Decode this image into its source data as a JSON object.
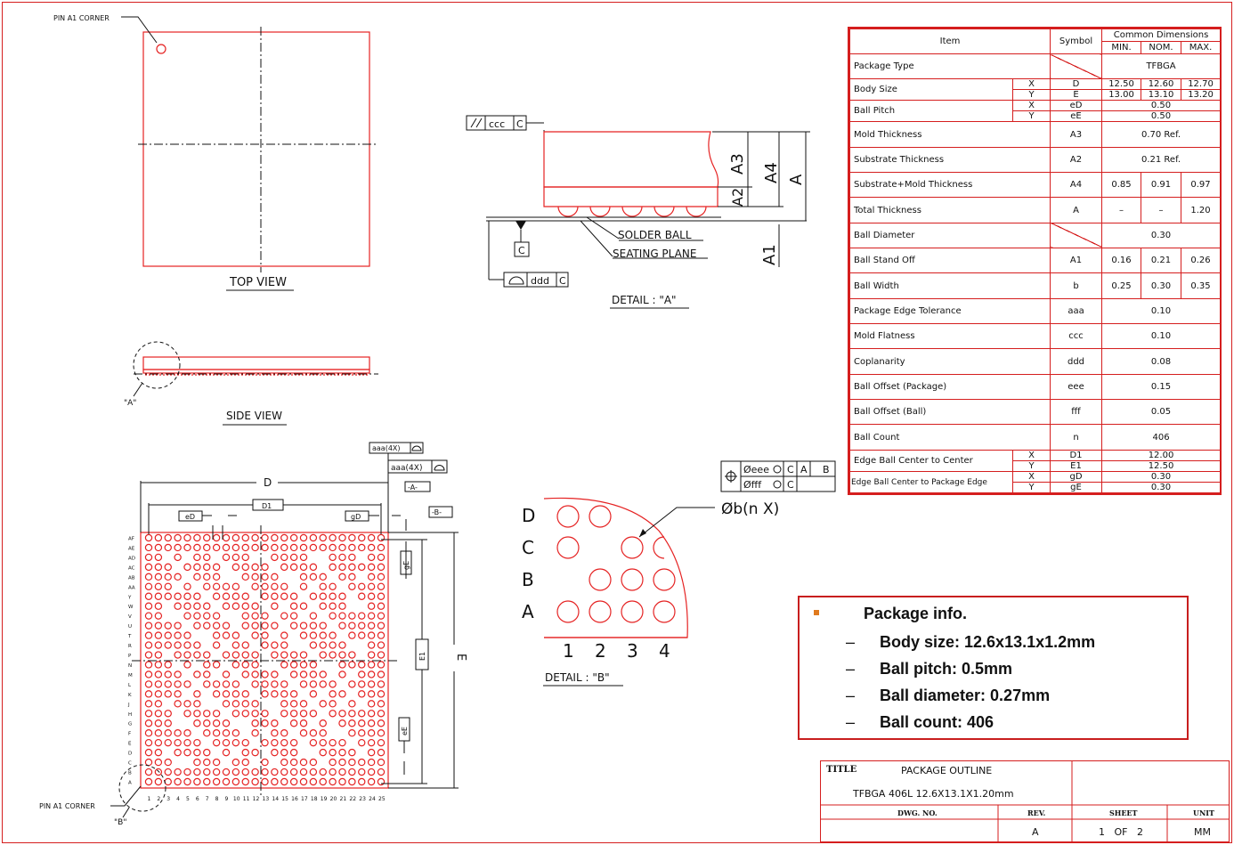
{
  "drawing": {
    "pin_a1_corner_label": "PIN A1 CORNER",
    "top_view_label": "TOP VIEW",
    "side_view_label": "SIDE VIEW",
    "detail_a_ref": "\"A\"",
    "detail_b_ref": "\"B\"",
    "detail_a_label": "DETAIL : \"A\"",
    "detail_b_label": "DETAIL : \"B\"",
    "solder_ball_label": "SOLDER BALL",
    "seating_plane_label": "SEATING PLANE",
    "dim_A3": "A3",
    "dim_A4": "A4",
    "dim_A": "A",
    "dim_A2": "A2",
    "dim_A1": "A1",
    "datum_C": "C",
    "fcf_ccc": "ccc",
    "fcf_ddd": "ddd",
    "fcf_aaa_4x_top": "aaa(4X)",
    "fcf_aaa_4x": "aaa(4X)",
    "datum_A": "-A-",
    "datum_B": "-B-",
    "dim_D": "D",
    "dim_D1": "D1",
    "dim_eD": "eD",
    "dim_gD": "gD",
    "dim_gE": "gE",
    "dim_E1": "E1",
    "dim_eE": "eE",
    "dim_E": "E",
    "fcf_eee": "Øeee",
    "fcf_fff": "Øfff",
    "fcf_datums_cab": [
      "C",
      "A",
      "B"
    ],
    "ball_dia_note": "Øb(n   X)",
    "row_letters_detail": [
      "D",
      "C",
      "B",
      "A"
    ],
    "col_numbers_detail": [
      "1",
      "2",
      "3",
      "4"
    ],
    "row_labels": [
      "AF",
      "AE",
      "AD",
      "AC",
      "AB",
      "AA",
      "Y",
      "W",
      "V",
      "U",
      "T",
      "R",
      "P",
      "N",
      "M",
      "L",
      "K",
      "J",
      "H",
      "G",
      "F",
      "E",
      "D",
      "C",
      "B",
      "A"
    ],
    "col_labels": [
      "1",
      "2",
      "3",
      "4",
      "5",
      "6",
      "7",
      "8",
      "9",
      "10",
      "11",
      "12",
      "13",
      "14",
      "15",
      "16",
      "17",
      "18",
      "19",
      "20",
      "21",
      "22",
      "23",
      "24",
      "25"
    ]
  },
  "dimensions_table": {
    "header": {
      "item": "Item",
      "symbol": "Symbol",
      "common": "Common Dimensions",
      "min": "MIN.",
      "nom": "NOM.",
      "max": "MAX."
    },
    "rows": {
      "package_type": {
        "item": "Package Type",
        "value": "TFBGA"
      },
      "body_size": {
        "item": "Body Size",
        "x": "X",
        "y": "Y",
        "sym_x": "D",
        "sym_y": "E",
        "x_vals": [
          "12.50",
          "12.60",
          "12.70"
        ],
        "y_vals": [
          "13.00",
          "13.10",
          "13.20"
        ]
      },
      "ball_pitch": {
        "item": "Ball Pitch",
        "x": "X",
        "y": "Y",
        "sym_x": "eD",
        "sym_y": "eE",
        "x_val": "0.50",
        "y_val": "0.50"
      },
      "mold_thickness": {
        "item": "Mold Thickness",
        "symbol": "A3",
        "value": "0.70 Ref."
      },
      "substrate_thickness": {
        "item": "Substrate Thickness",
        "symbol": "A2",
        "value": "0.21 Ref."
      },
      "substrate_mold": {
        "item": "Substrate+Mold Thickness",
        "symbol": "A4",
        "min": "0.85",
        "nom": "0.91",
        "max": "0.97"
      },
      "total_thickness": {
        "item": "Total Thickness",
        "symbol": "A",
        "min": "–",
        "nom": "–",
        "max": "1.20"
      },
      "ball_diameter": {
        "item": "Ball Diameter",
        "value": "0.30"
      },
      "ball_standoff": {
        "item": "Ball Stand Off",
        "symbol": "A1",
        "min": "0.16",
        "nom": "0.21",
        "max": "0.26"
      },
      "ball_width": {
        "item": "Ball Width",
        "symbol": "b",
        "min": "0.25",
        "nom": "0.30",
        "max": "0.35"
      },
      "edge_tolerance": {
        "item": "Package Edge Tolerance",
        "symbol": "aaa",
        "value": "0.10"
      },
      "mold_flatness": {
        "item": "Mold Flatness",
        "symbol": "ccc",
        "value": "0.10"
      },
      "coplanarity": {
        "item": "Coplanarity",
        "symbol": "ddd",
        "value": "0.08"
      },
      "ball_offset_pkg": {
        "item": "Ball Offset (Package)",
        "symbol": "eee",
        "value": "0.15"
      },
      "ball_offset_ball": {
        "item": "Ball Offset (Ball)",
        "symbol": "fff",
        "value": "0.05"
      },
      "ball_count": {
        "item": "Ball Count",
        "symbol": "n",
        "value": "406"
      },
      "edge_ball_cc": {
        "item": "Edge Ball Center to Center",
        "x": "X",
        "y": "Y",
        "sym_x": "D1",
        "sym_y": "E1",
        "x_val": "12.00",
        "y_val": "12.50"
      },
      "edge_ball_pkg": {
        "item": "Edge Ball Center to Package Edge",
        "x": "X",
        "y": "Y",
        "sym_x": "gD",
        "sym_y": "gE",
        "x_val": "0.30",
        "y_val": "0.30"
      }
    }
  },
  "info_box": {
    "heading": "Package info.",
    "items": [
      "Body size: 12.6x13.1x1.2mm",
      "Ball pitch: 0.5mm",
      "Ball diameter: 0.27mm",
      "Ball count: 406"
    ],
    "dash": "–"
  },
  "title_block": {
    "title_label": "TITLE",
    "title_value": "PACKAGE OUTLINE",
    "subtitle": "TFBGA  406L  12.6X13.1X1.20mm",
    "dwg_no_label": "DWG. NO.",
    "rev_label": "REV.",
    "sheet_label": "SHEET",
    "unit_label": "UNIT",
    "rev_value": "A",
    "sheet_value": "1   OF   2",
    "unit_value": "MM"
  },
  "colors": {
    "line": "#e52222",
    "ink": "#111111",
    "accent": "#e07a1e"
  }
}
